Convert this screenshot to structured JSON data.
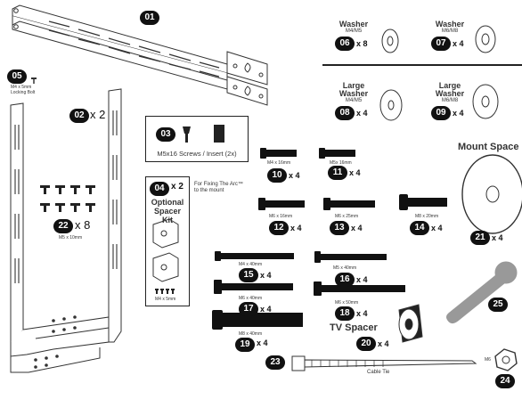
{
  "parts": {
    "p01": {
      "num": "01"
    },
    "p02": {
      "num": "02",
      "qty": "x 2"
    },
    "p03": {
      "num": "03",
      "label": "M5x16 Screws / Insert (2x)"
    },
    "p04": {
      "num": "04",
      "qty": "x 2",
      "title_l1": "Optional",
      "title_l2": "Spacer",
      "title_l3": "Kit",
      "note_l1": "For Fixing The Arc™",
      "note_l2": "to the mount",
      "size": "M4 x 5mm"
    },
    "p05": {
      "num": "05",
      "size": "M4 x 5mm",
      "name": "Locking Bolt"
    },
    "p06": {
      "num": "06",
      "qty": "x 8",
      "title": "Washer",
      "size": "M4/M5"
    },
    "p07": {
      "num": "07",
      "qty": "x 4",
      "title": "Washer",
      "size": "M6/M8"
    },
    "p08": {
      "num": "08",
      "qty": "x 4",
      "title_l1": "Large",
      "title_l2": "Washer",
      "size": "M4/M5"
    },
    "p09": {
      "num": "09",
      "qty": "x 4",
      "title_l1": "Large",
      "title_l2": "Washer",
      "size": "M6/M8"
    },
    "p10": {
      "num": "10",
      "qty": "x 4",
      "size": "M4 x 16mm"
    },
    "p11": {
      "num": "11",
      "qty": "x 4",
      "size": "M5x 16mm"
    },
    "p12": {
      "num": "12",
      "qty": "x 4",
      "size": "M6 x 16mm"
    },
    "p13": {
      "num": "13",
      "qty": "x 4",
      "size": "M6 x 25mm"
    },
    "p14": {
      "num": "14",
      "qty": "x 4",
      "size": "M8 x 20mm"
    },
    "p15": {
      "num": "15",
      "qty": "x 4",
      "size": "M4 x 40mm"
    },
    "p16": {
      "num": "16",
      "qty": "x 4",
      "size": "M5 x 40mm"
    },
    "p17": {
      "num": "17",
      "qty": "x 4",
      "size": "M6 x 40mm"
    },
    "p18": {
      "num": "18",
      "qty": "x 4",
      "size": "M6 x 50mm"
    },
    "p19": {
      "num": "19",
      "qty": "x 4",
      "size": "M8 x 40mm"
    },
    "p20": {
      "num": "20",
      "qty": "x 4",
      "title": "TV Spacer"
    },
    "p21": {
      "num": "21",
      "qty": "x 4",
      "title": "Mount Space"
    },
    "p22": {
      "num": "22",
      "qty": "x 8",
      "size": "M5 x 10mm"
    },
    "p23": {
      "num": "23",
      "name": "Cable Tie"
    },
    "p24": {
      "num": "24",
      "size": "M6"
    },
    "p25": {
      "num": "25"
    }
  }
}
